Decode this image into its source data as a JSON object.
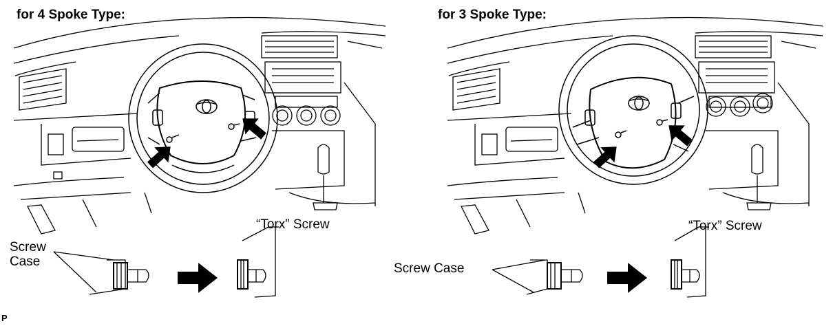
{
  "left_panel": {
    "title": "for 4 Spoke Type:",
    "screw_case_label": "Screw\nCase",
    "torx_label": "“Torx” Screw"
  },
  "right_panel": {
    "title": "for 3 Spoke Type:",
    "screw_case_label": "Screw Case",
    "torx_label": "“Torx” Screw"
  },
  "figure_code": "P",
  "colors": {
    "line": "#000000",
    "background": "#ffffff"
  }
}
